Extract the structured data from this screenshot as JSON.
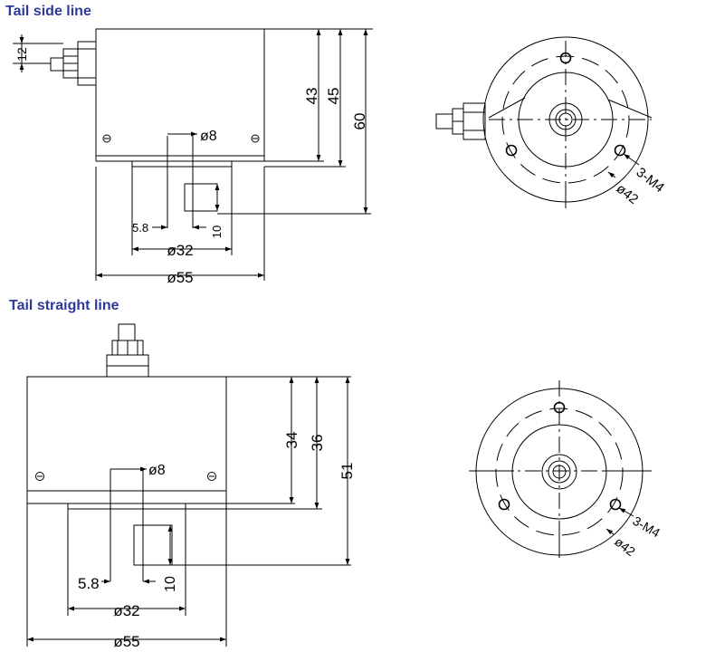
{
  "headings": {
    "side": "Tail side line",
    "straight": "Tail straight line"
  },
  "side_view": {
    "dim_12": "12",
    "dim_43": "43",
    "dim_45": "45",
    "dim_60": "60",
    "dim_d8": "ø8",
    "dim_58": "5.8",
    "dim_10": "10",
    "dim_d32": "ø32",
    "dim_d55": "ø55",
    "callout_m4": "3-M4",
    "callout_d42": "ø42"
  },
  "straight_view": {
    "dim_34": "34",
    "dim_36": "36",
    "dim_51": "51",
    "dim_d8": "ø8",
    "dim_58": "5.8",
    "dim_10": "10",
    "dim_d32": "ø32",
    "dim_d55": "ø55",
    "callout_m4": "3-M4",
    "callout_d42": "ø42"
  }
}
